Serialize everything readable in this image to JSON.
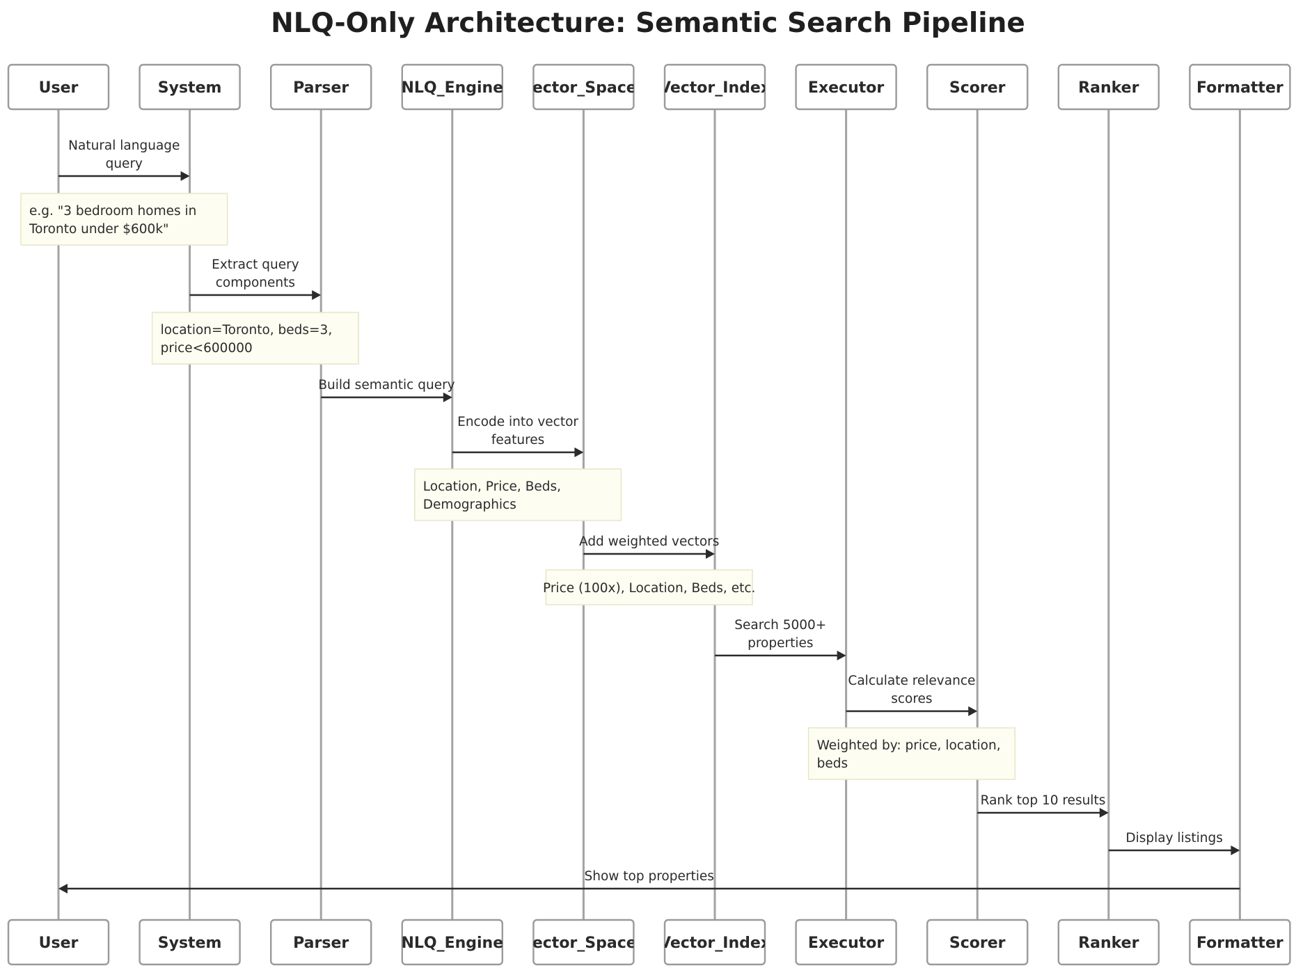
{
  "title": "NLQ-Only Architecture: Semantic Search Pipeline",
  "participants": [
    "User",
    "System",
    "Parser",
    "NLQ_Engine",
    "Vector_Spaces",
    "Vector_Index",
    "Executor",
    "Scorer",
    "Ranker",
    "Formatter"
  ],
  "messages": [
    {
      "from": 0,
      "to": 1,
      "text": [
        "Natural language",
        "query"
      ]
    },
    {
      "from": 1,
      "to": 2,
      "text": [
        "Extract query",
        "components"
      ]
    },
    {
      "from": 2,
      "to": 3,
      "text": [
        "Build semantic query"
      ]
    },
    {
      "from": 3,
      "to": 4,
      "text": [
        "Encode into vector",
        "features"
      ]
    },
    {
      "from": 4,
      "to": 5,
      "text": [
        "Add weighted vectors"
      ]
    },
    {
      "from": 5,
      "to": 6,
      "text": [
        "Search 5000+",
        "properties"
      ]
    },
    {
      "from": 6,
      "to": 7,
      "text": [
        "Calculate relevance",
        "scores"
      ]
    },
    {
      "from": 7,
      "to": 8,
      "text": [
        "Rank top 10 results"
      ]
    },
    {
      "from": 8,
      "to": 9,
      "text": [
        "Display listings"
      ]
    },
    {
      "from": 9,
      "to": 0,
      "text": [
        "Show top properties"
      ]
    }
  ],
  "notes": [
    {
      "over": [
        0,
        1
      ],
      "text": [
        "e.g. \"3 bedroom homes in",
        "Toronto under $600k\""
      ]
    },
    {
      "over": [
        1,
        2
      ],
      "text": [
        "location=Toronto, beds=3,",
        "price<600000"
      ]
    },
    {
      "over": [
        3,
        4
      ],
      "text": [
        "Location, Price, Beds,",
        "Demographics"
      ]
    },
    {
      "over": [
        4,
        5
      ],
      "text": [
        "Price (100x), Location, Beds, etc."
      ]
    },
    {
      "over": [
        6,
        7
      ],
      "text": [
        "Weighted by: price, location,",
        "beds"
      ]
    }
  ]
}
